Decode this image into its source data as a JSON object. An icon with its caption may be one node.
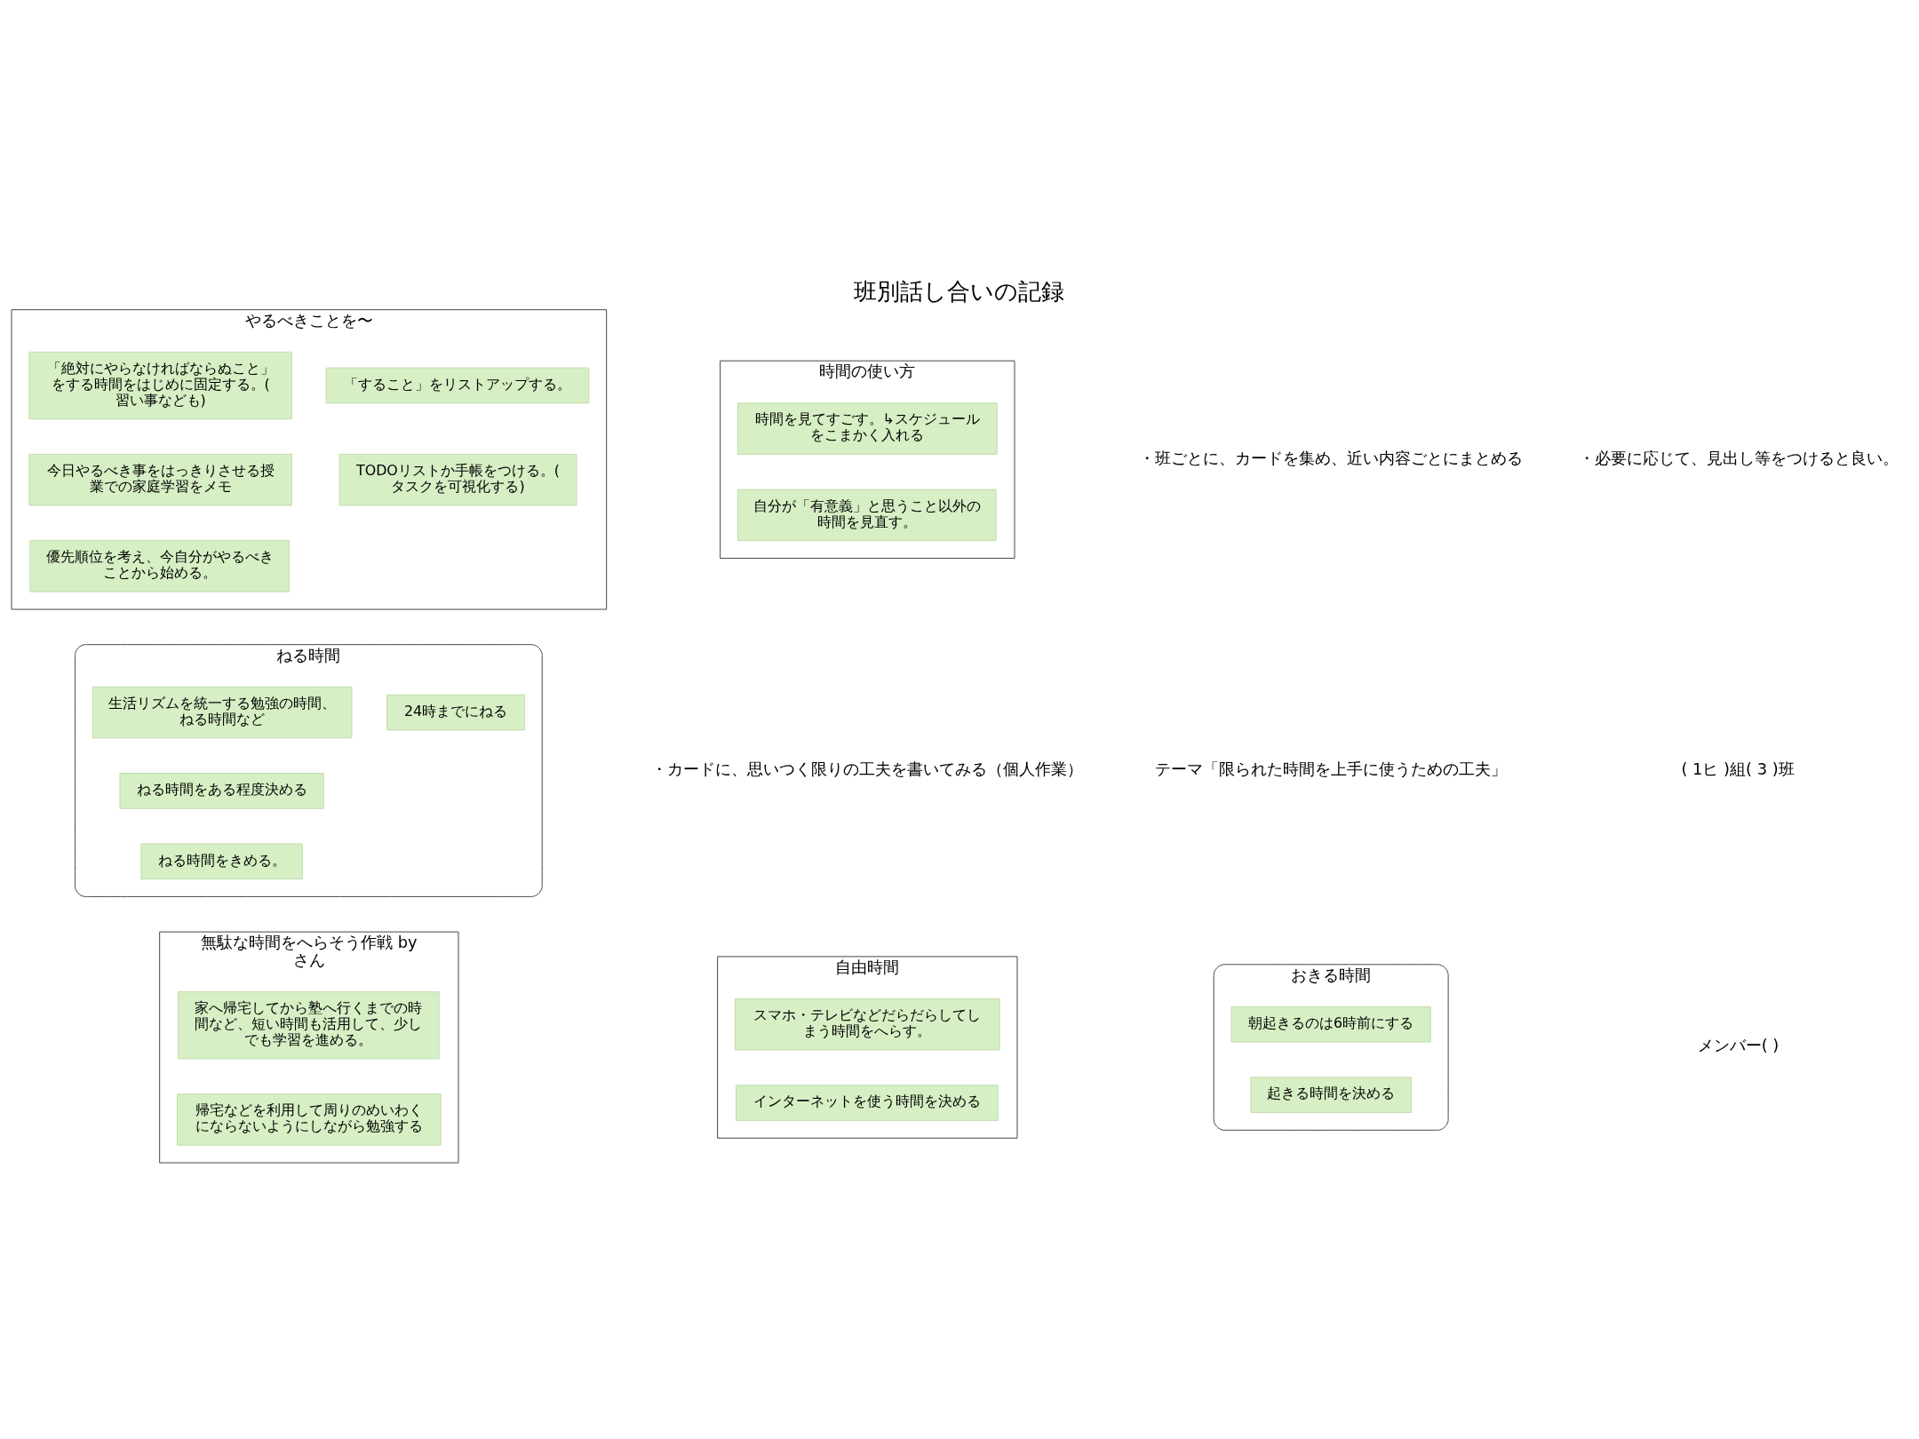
{
  "diagram": {
    "title": "班別話し合いの記録",
    "nodes": [
      {
        "text": [
          "ねる時間"
        ]
      },
      {
        "text": [
          "ねる時間をきめる。"
        ],
        "in": 0
      },
      {
        "text": [
          "ねる時間をある程度決める"
        ],
        "in": 0
      },
      {
        "text": [
          "生活リズムを統一する勉強の時間、ねる時間など"
        ],
        "in": 0
      },
      {
        "text": [
          "24時までにねる"
        ],
        "in": 0
      },
      {
        "text": [
          "おきる時間"
        ]
      },
      {
        "text": [
          "朝起きるのは6時前にする"
        ],
        "in": 5
      },
      {
        "text": [
          "起きる時間を決める"
        ],
        "in": 5
      },
      {
        "text": [
          "自由時間"
        ]
      },
      {
        "text": [
          "スマホ・テレビなどだらだらしてしまう時間をへらす。"
        ],
        "in": 8
      },
      {
        "text": [
          "インターネットを使う時間を決める"
        ],
        "in": 8
      },
      {
        "text": [
          "やるべきことを〜"
        ]
      },
      {
        "text": [
          "「すること」をリストアップする。"
        ],
        "in": 11
      },
      {
        "text": [
          "TODOリストか手帳をつける。(タスクを可視化する)"
        ],
        "in": 11
      },
      {
        "text": [
          "今日やるべき事をはっきりさせる授業での家庭学習をメモ"
        ],
        "in": 11
      },
      {
        "text": [
          "優先順位を考え、今自分がやるべきことから始める。"
        ],
        "in": 11
      },
      {
        "text": [
          "「絶対にやらなければならぬこと」をする時間をはじめに固定する。(習い事なども)"
        ],
        "in": 11
      },
      {
        "text": [
          "無駄な時間をへらそう作戦 by さん"
        ]
      },
      {
        "text": [
          "帰宅などを利用して周りのめいわくにならないようにしながら勉強する"
        ],
        "in": 17
      },
      {
        "text": [
          "家へ帰宅してから塾へ行くまでの時間など、短い時間も活用して、少しでも学習を進める。"
        ],
        "in": 17
      },
      {
        "text": [
          "時間の使い方"
        ]
      },
      {
        "text": [
          "時間を見てすごす。↳スケジュールをこまかく入れる"
        ],
        "in": 20
      },
      {
        "text": [
          "自分が「有意義」と思うこと以外の時間を見直す。"
        ],
        "in": 20
      }
    ],
    "labels": [
      "テーマ「限られた時間を上手に使うための工夫」",
      "( 1ヒ )組( 3 )班",
      "メンバー( )",
      "・カードに、思いつく限りの工夫を書いてみる（個人作業）",
      "・班ごとに、カードを集め、近い内容ごとにまとめる",
      "・必要に応じて、見出し等をつけると良い。"
    ]
  }
}
